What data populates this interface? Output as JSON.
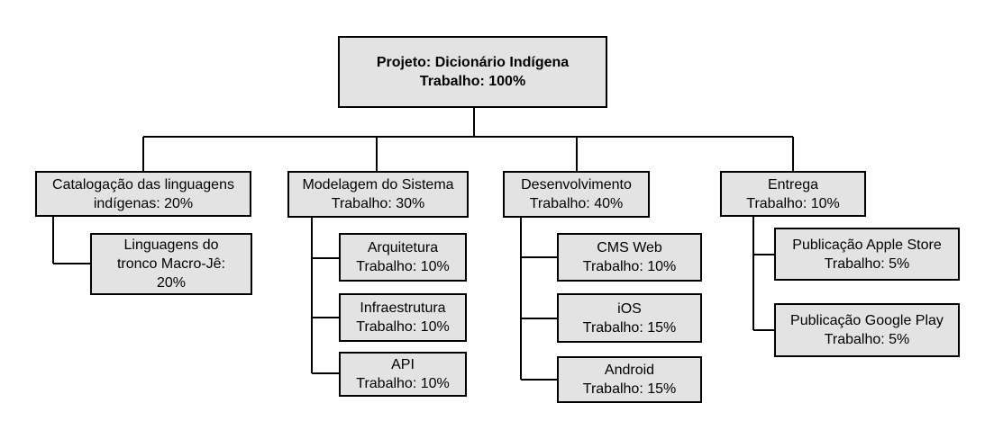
{
  "root": {
    "line1": "Projeto: Dicionário Indígena",
    "line2": "Trabalho: 100%"
  },
  "branches": [
    {
      "line1": "Catalogação das linguagens",
      "line2": "indígenas: 20%",
      "children": [
        {
          "line1": "Linguagens do",
          "line2": "tronco Macro-Jê:",
          "line3": "20%"
        }
      ]
    },
    {
      "line1": "Modelagem do Sistema",
      "line2": "Trabalho: 30%",
      "children": [
        {
          "line1": "Arquitetura",
          "line2": "Trabalho: 10%"
        },
        {
          "line1": "Infraestrutura",
          "line2": "Trabalho: 10%"
        },
        {
          "line1": "API",
          "line2": "Trabalho: 10%"
        }
      ]
    },
    {
      "line1": "Desenvolvimento",
      "line2": "Trabalho: 40%",
      "children": [
        {
          "line1": "CMS Web",
          "line2": "Trabalho: 10%"
        },
        {
          "line1": "iOS",
          "line2": "Trabalho: 15%"
        },
        {
          "line1": "Android",
          "line2": "Trabalho: 15%"
        }
      ]
    },
    {
      "line1": "Entrega",
      "line2": "Trabalho: 10%",
      "children": [
        {
          "line1": "Publicação Apple Store",
          "line2": "Trabalho: 5%"
        },
        {
          "line1": "Publicação Google Play",
          "line2": "Trabalho: 5%"
        }
      ]
    }
  ],
  "colors": {
    "box_fill": "#e3e3e3",
    "line": "#000000"
  }
}
